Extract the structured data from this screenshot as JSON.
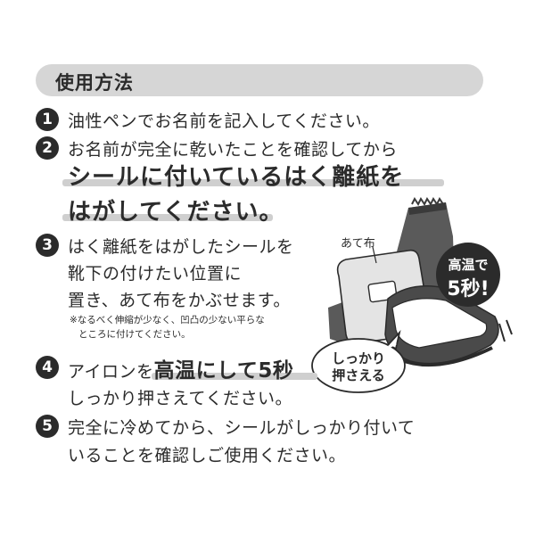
{
  "header": {
    "title": "使用方法"
  },
  "steps": [
    {
      "num": "1",
      "lines": [
        "油性ペンでお名前を記入してください。"
      ]
    },
    {
      "num": "2",
      "lines": [
        "お名前が完全に乾いたことを確認してから"
      ],
      "emphasis": [
        "シールに付いているはく離紙を",
        "はがしてください。"
      ]
    },
    {
      "num": "3",
      "lines": [
        "はく離紙をはがしたシールを",
        "靴下の付けたい位置に",
        "置き、あて布をかぶせます。"
      ],
      "note": [
        "※なるべく伸縮が少なく、凹凸の少ない平らな",
        "ところに付けてください。"
      ]
    },
    {
      "num": "4",
      "prefix": "アイロンを",
      "emphasis": "高温にして5秒",
      "lines": [
        "しっかり押さえてください。"
      ]
    },
    {
      "num": "5",
      "lines": [
        "完全に冷めてから、シールがしっかり付いて",
        "いることを確認しご使用ください。"
      ]
    }
  ],
  "illustration": {
    "cloth_label": "あて布",
    "badge_line1": "高温で",
    "badge_line2": "5秒!",
    "bubble_line1": "しっかり",
    "bubble_line2": "押さえる",
    "colors": {
      "sock": "#5a5a5a",
      "cloth": "#e4e4e4",
      "iron": "#4a4a4a",
      "dark": "#2b2b2b"
    }
  }
}
